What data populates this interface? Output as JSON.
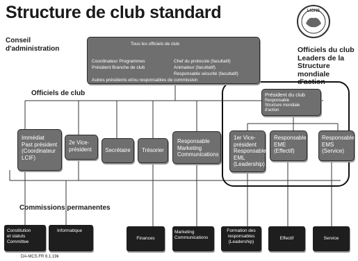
{
  "title": "Structure de club standard",
  "logo_icon": "lions-emblem-icon",
  "logo_text": "LIONS",
  "conseil_label": "Conseil\nd'administration",
  "officiels_label": "Officiels de club",
  "commissions_label": "Commissions permanentes",
  "right_label": "Officiels du club\nLeaders de la\nStructure\nmondiale d'action",
  "board": {
    "header": "Tous les officiels de club",
    "left": [
      "Coordinateur Programmes",
      "Président Branche de club"
    ],
    "right": [
      "Chef du protocole (facultatif)",
      "Animateur (facultatif)",
      "Responsable sécurité (facultatif)"
    ],
    "bottom": "Autres présidents et/ou responsables de commission"
  },
  "president": "Président du club",
  "president_sub": "Responsable\nStructure mondiale\nd'action",
  "officers": [
    "Immédiat\nPast président\n(Coordinateur\nLCIF)",
    "2e Vice-\nprésident",
    "Secrétaire",
    "Trésorier",
    "Responsable\nMarketing\nCommunications"
  ],
  "gat": [
    "1er Vice-\nprésident\nResponsable\nEML\n(Leadership)",
    "Responsable\nEME\n(Effectif)",
    "Responsable\nEMS\n(Service)"
  ],
  "committees": [
    "Constitution\net statuts\nCommittee",
    "Informatique",
    "Finances",
    "Marketing\nCommunications",
    "Formation des\nresponsables\n(Leadership)",
    "Effectif",
    "Service"
  ],
  "footer": "DA-MCS.FR 6.1.19k"
}
